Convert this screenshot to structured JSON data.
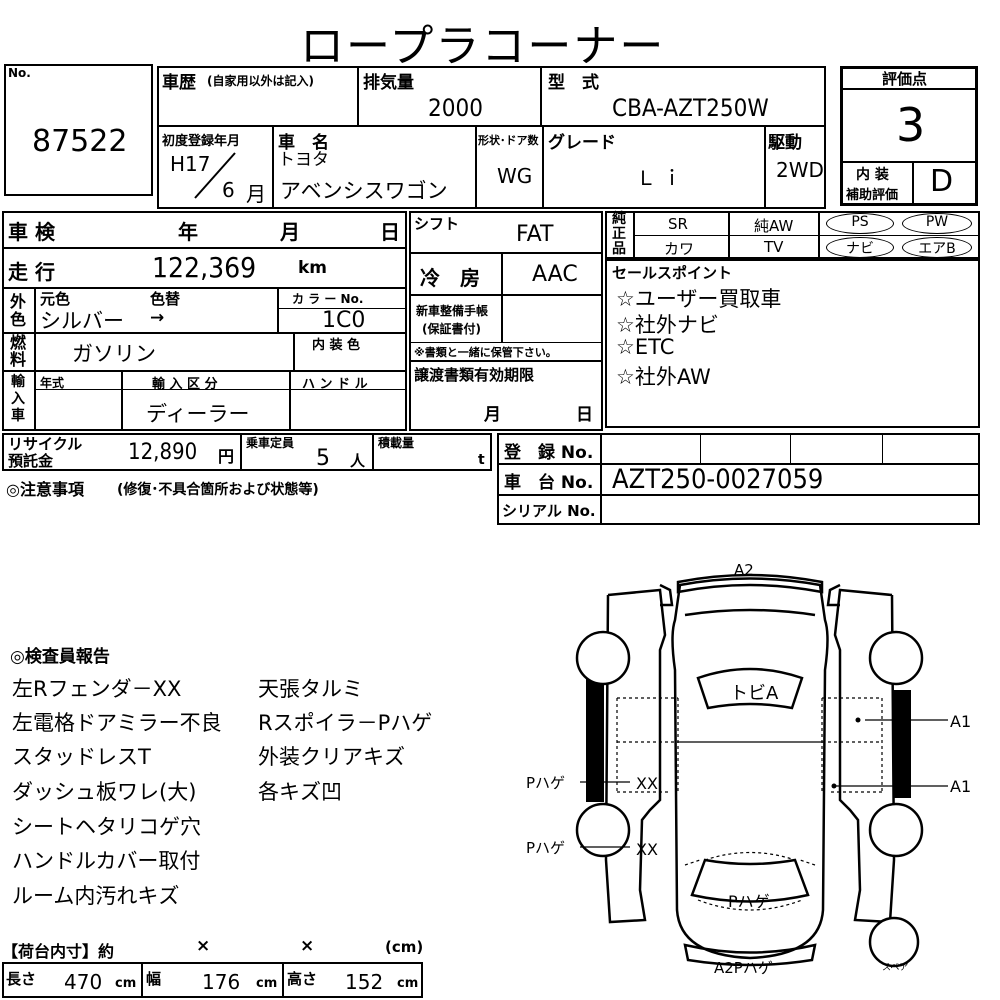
{
  "title": "ロープラコーナー",
  "lot": {
    "label": "No.",
    "number": "87522"
  },
  "history": {
    "label": "車歴",
    "note": "(自家用以外は記入)"
  },
  "displacement": {
    "label": "排気量",
    "value": "2000"
  },
  "model": {
    "label": "型　式",
    "value": "CBA-AZT250W"
  },
  "rating": {
    "label": "評価点",
    "value": "3",
    "interior_label_1": "内 装",
    "interior_label_2": "補助評価",
    "interior_value": "D"
  },
  "first_reg": {
    "label": "初度登録年月",
    "era": "H17",
    "month": "6",
    "month_unit": "月"
  },
  "car_name": {
    "label": "車　名",
    "maker": "トヨタ",
    "name": "アベンシスワゴン"
  },
  "shape": {
    "label": "形状･ドア数",
    "value": "WG"
  },
  "grade": {
    "label": "グレード",
    "value": "Ｌｉ"
  },
  "drive": {
    "label": "駆動",
    "value": "2WD"
  },
  "inspection": {
    "label": "車 検",
    "year": "年",
    "month": "月",
    "day": "日"
  },
  "shift": {
    "label": "シフト",
    "value": "FAT"
  },
  "equipment": {
    "label": "純正品",
    "row1": [
      "SR",
      "純AW",
      "PS",
      "PW"
    ],
    "row2": [
      "カワ",
      "TV",
      "ナビ",
      "エアB"
    ]
  },
  "mileage": {
    "label": "走 行",
    "value": "122,369",
    "unit": "km"
  },
  "ac": {
    "label": "冷　房",
    "value": "AAC"
  },
  "color": {
    "outer_label": "外色",
    "orig_label": "元色",
    "change_label": "色替",
    "value": "シルバー",
    "arrow": "→",
    "code_label": "カ ラ ー No.",
    "code": "1C0",
    "interior_color_label": "内 装 色"
  },
  "fuel": {
    "label": "燃料",
    "value": "ガソリン"
  },
  "warranty": {
    "label": "新車整備手帳",
    "label2": "(保証書付)",
    "note": "※書類と一緒に保管下さい。"
  },
  "import": {
    "label": "輸入車",
    "year_label": "年式",
    "type_label": "輸 入 区 分",
    "handle_label": "ハ ン ド ル",
    "type_value": "ディーラー"
  },
  "transfer": {
    "label": "譲渡書類有効期限",
    "month": "月",
    "day": "日"
  },
  "sales": {
    "label": "セールスポイント",
    "points": [
      "☆ユーザー買取車",
      "☆社外ナビ",
      "☆ETC",
      "☆社外AW"
    ]
  },
  "recycle": {
    "label1": "リサイクル",
    "label2": "預託金",
    "value": "12,890",
    "unit": "円"
  },
  "capacity": {
    "label": "乗車定員",
    "value": "5",
    "unit": "人"
  },
  "load": {
    "label": "積載量",
    "unit": "t"
  },
  "registration": {
    "label": "登　録 No.",
    "chassis_label": "車　台 No.",
    "chassis_value": "AZT250-0027059",
    "serial_label": "シリアル No."
  },
  "notes": {
    "label": "◎注意事項",
    "sub": "(修復･不具合箇所および状態等)"
  },
  "inspector": {
    "label": "◎検査員報告",
    "col1": [
      "左Rフェンダ－XX",
      "左電格ドアミラー不良",
      "スタッドレスT",
      "ダッシュ板ワレ(大)",
      "シートヘタリコゲ穴",
      "ハンドルカバー取付",
      "ルーム内汚れキズ"
    ],
    "col2": [
      "天張タルミ",
      "Rスポイラ－Pハゲ",
      "外装クリアキズ",
      "各キズ凹"
    ]
  },
  "diagram": {
    "top": "A2",
    "roof": "トビA",
    "rear": "Pハゲ",
    "bottom": "A2Pハゲ",
    "left1": "Pハゲ",
    "left1_mark": "XX",
    "left2": "Pハゲ",
    "left2_mark": "XX",
    "right1": "A1",
    "right2": "A1",
    "spare": "スペア"
  },
  "cargo": {
    "label": "【荷台内寸】約",
    "x1": "×",
    "x2": "×",
    "unit_paren": "(cm)",
    "length_label": "長さ",
    "length": "470",
    "width_label": "幅",
    "width": "176",
    "height_label": "高さ",
    "height": "152",
    "unit": "cm"
  }
}
